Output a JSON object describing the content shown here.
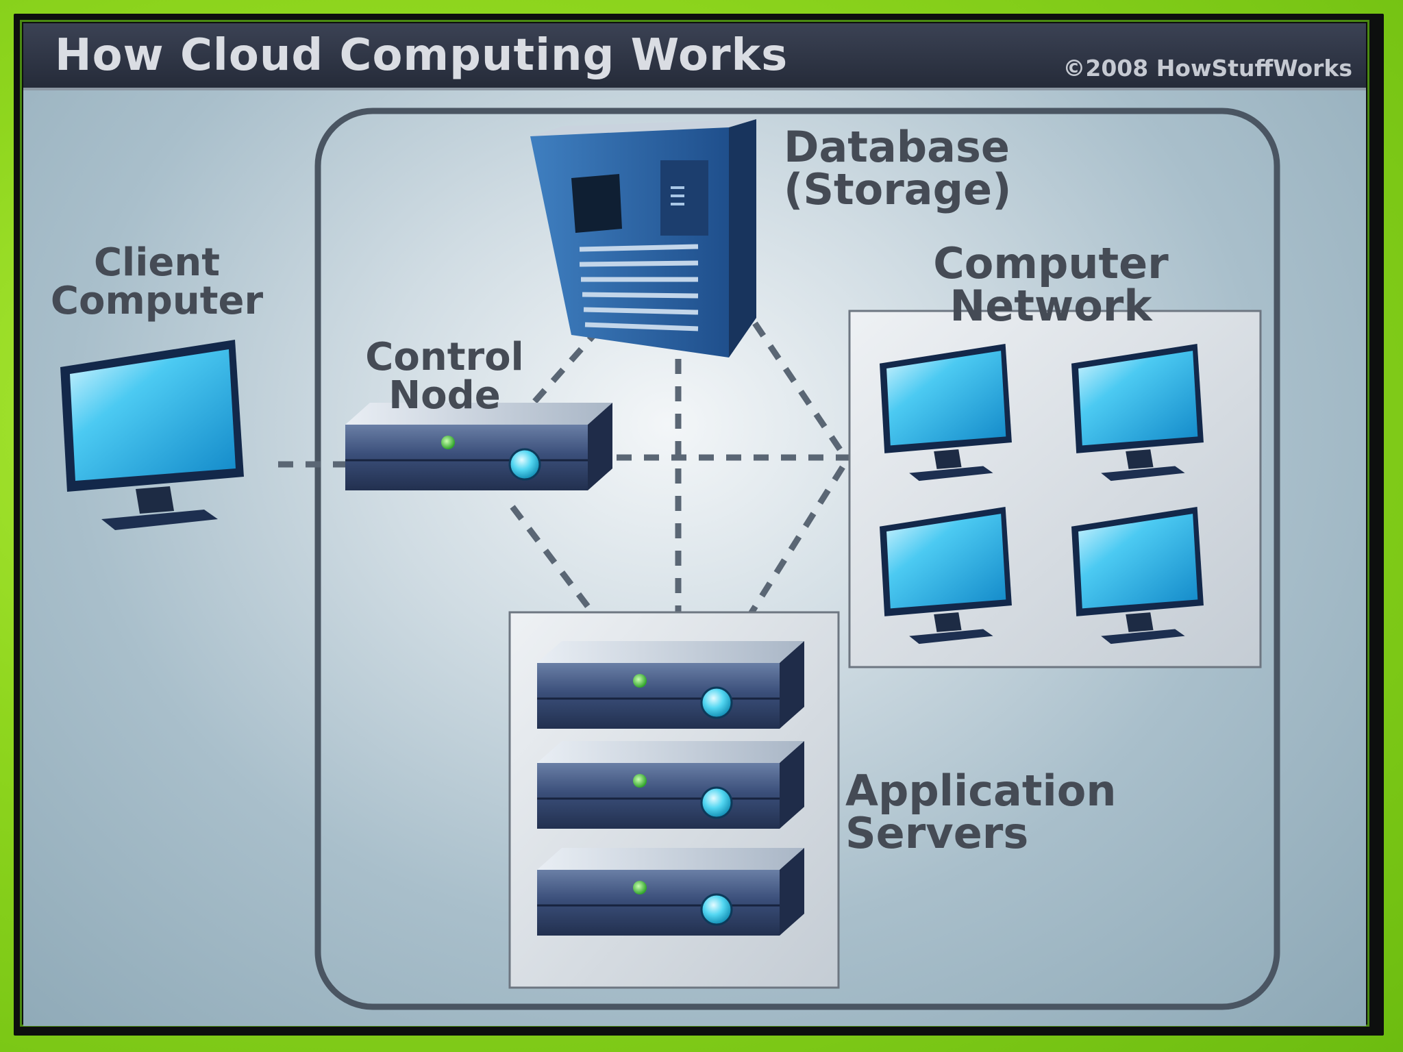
{
  "title": "How Cloud Computing Works",
  "copyright": "©2008 HowStuffWorks",
  "nodes": {
    "client": [
      "Client",
      "Computer"
    ],
    "control": [
      "Control",
      "Node"
    ],
    "database": [
      "Database",
      "(Storage)"
    ],
    "network": [
      "Computer",
      "Network"
    ],
    "app_servers": [
      "Application",
      "Servers"
    ]
  },
  "colors": {
    "background_green": "#8fd61e",
    "title_bar": "#2c3242",
    "label_text": "#454b55",
    "monitor_screen": "#2eb6ea",
    "server_body": "#2c3d63",
    "led_green": "#4ccd3a",
    "button_cyan": "#54d7f2",
    "connector": "#5a6674"
  }
}
